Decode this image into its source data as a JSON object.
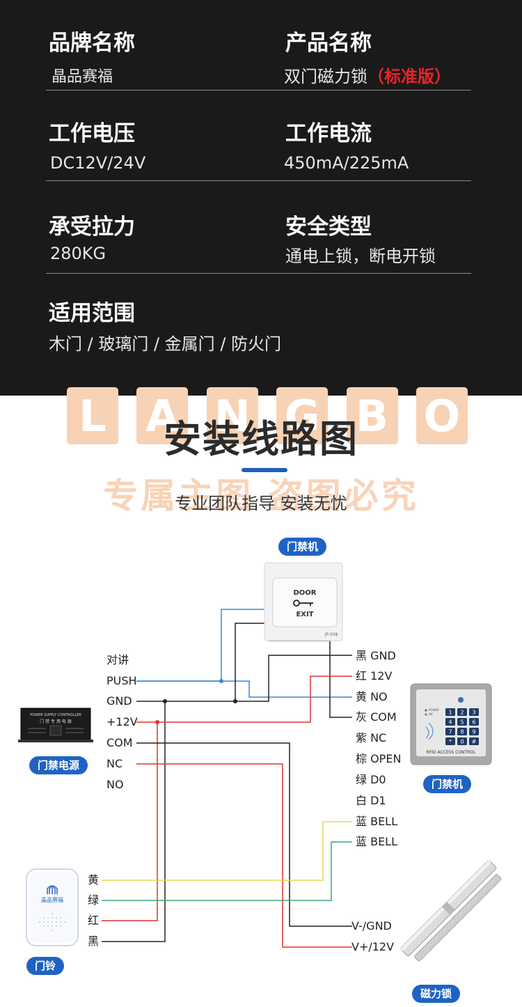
{
  "specs": {
    "brand_title": "品牌名称",
    "brand_value": "晶品赛福",
    "product_title": "产品名称",
    "product_value": "双门磁力锁",
    "product_highlight": "（标准版）",
    "voltage_title": "工作电压",
    "voltage_value": "DC12V/24V",
    "current_title": "工作电流",
    "current_value": "450mA/225mA",
    "force_title": "承受拉力",
    "force_value": "280KG",
    "safety_title": "安全类型",
    "safety_value": "通电上锁，断电开锁",
    "scope_title": "适用范围",
    "scope_value": "木门 / 玻璃门 / 金属门 / 防火门"
  },
  "watermark": {
    "letters": [
      "L",
      "A",
      "N",
      "G",
      "B",
      "O"
    ],
    "text": "专属主图  盗图必究"
  },
  "section": {
    "title": "安装线路图",
    "subtitle": "专业团队指导 安装无忧"
  },
  "devices": {
    "exit_button_tag": "门禁机",
    "exit_button_door": "DOOR",
    "exit_button_exit": "EXIT",
    "exit_button_model": "JP-508",
    "power_tag": "门禁电源",
    "power_label": "POWER SUPPLY CONTROLLER",
    "power_cn": "门 禁 专 用 电 源",
    "access_tag": "门禁机",
    "access_label": "RFID ACCESS CONTROL",
    "access_keys": [
      "1",
      "2",
      "3",
      "4",
      "5",
      "6",
      "7",
      "8",
      "9",
      "*",
      "0",
      "#"
    ],
    "access_leds": [
      "POWER",
      "OK"
    ],
    "bell_tag": "门铃",
    "bell_brand": "晶品赛福",
    "lock_tag": "磁力锁"
  },
  "power_terminals": [
    "对讲",
    "PUSH",
    "GND",
    "+12V",
    "COM",
    "NC",
    "NO"
  ],
  "access_terminals": [
    "黑 GND",
    "红 12V",
    "黄 NO",
    "灰 COM",
    "紫 NC",
    "棕 OPEN",
    "绿 D0",
    "白 D1",
    "蓝 BELL",
    "蓝 BELL"
  ],
  "bell_wires": [
    "黄",
    "绿",
    "红",
    "黑"
  ],
  "lock_terminals": [
    "V-/GND",
    "V+/12V"
  ],
  "colors": {
    "wire_black": "#222222",
    "wire_red": "#e23232",
    "wire_blue": "#3a86d6",
    "wire_yellow": "#e8d84a",
    "wire_green": "#3aa66a",
    "tag_blue": "#1e63c4",
    "accent_red": "#e8242a"
  }
}
